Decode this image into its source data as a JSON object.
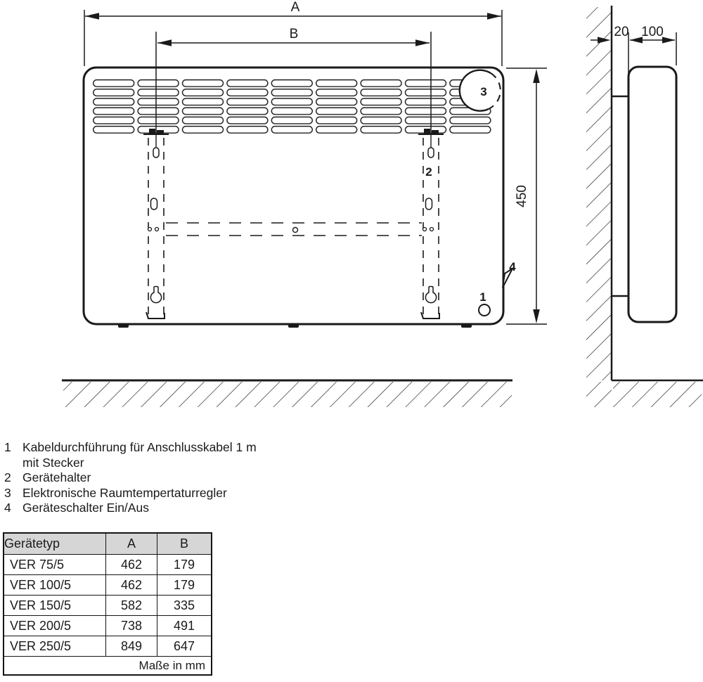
{
  "diagram": {
    "dimensions": {
      "width_label": "A",
      "bracket_distance_label": "B",
      "height": "450",
      "wall_gap": "20",
      "depth": "100"
    },
    "callouts": {
      "c1": "1",
      "c2": "2",
      "c3": "3",
      "c4": "4"
    }
  },
  "legend": {
    "items": [
      {
        "num": "1",
        "line1": "Kabeldurchführung für Anschlusskabel 1 m",
        "line2": "mit Stecker"
      },
      {
        "num": "2",
        "line1": "Gerätehalter",
        "line2": ""
      },
      {
        "num": "3",
        "line1": "Elektronische Raumtempertaturregler",
        "line2": ""
      },
      {
        "num": "4",
        "line1": "Geräteschalter Ein/Aus",
        "line2": ""
      }
    ]
  },
  "table": {
    "headers": {
      "type": "Gerätetyp",
      "a": "A",
      "b": "B"
    },
    "rows": [
      {
        "type": "VER 75/5",
        "a": "462",
        "b": "179"
      },
      {
        "type": "VER 100/5",
        "a": "462",
        "b": "179"
      },
      {
        "type": "VER 150/5",
        "a": "582",
        "b": "335"
      },
      {
        "type": "VER 200/5",
        "a": "738",
        "b": "491"
      },
      {
        "type": "VER 250/5",
        "a": "849",
        "b": "647"
      }
    ],
    "footer": "Maße in mm"
  },
  "colors": {
    "line": "#1a1a1a",
    "table_header_bg": "#d6d6d6"
  }
}
